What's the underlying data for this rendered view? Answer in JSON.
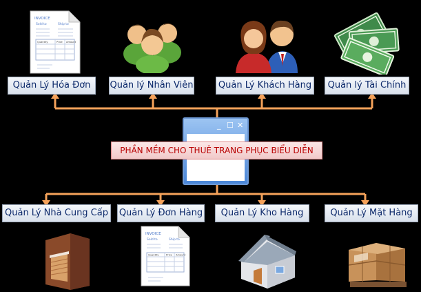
{
  "top_items": [
    {
      "label": "Quản Lý Hóa Đơn",
      "icon": "invoice-icon"
    },
    {
      "label": "Quản lý Nhân Viên",
      "icon": "employees-icon"
    },
    {
      "label": "Quản Lý Khách Hàng",
      "icon": "customers-icon"
    },
    {
      "label": "Quản lý Tài Chính",
      "icon": "money-icon"
    }
  ],
  "center": {
    "label": "PHẦN MỀM CHO THUÊ TRANG PHỤC BIỂU DIỄN",
    "icon": "app-window-icon"
  },
  "bottom_items": [
    {
      "label": "Quản Lý Nhà Cung Cấp",
      "icon": "supplier-building-icon"
    },
    {
      "label": "Quản Lý Đơn Hàng",
      "icon": "order-invoice-icon"
    },
    {
      "label": "Quản Lý Kho Hàng",
      "icon": "warehouse-house-icon"
    },
    {
      "label": "Quản Lý Mặt Hàng",
      "icon": "goods-boxes-icon"
    }
  ],
  "invoice_doc": {
    "title": "INVOICE",
    "sold_to": "Sold to",
    "ship_to": "Ship to",
    "quantity": "Quantity",
    "price": "Price",
    "amount": "Amount"
  },
  "colors": {
    "connector": "#f5a25a",
    "box_text": "#0d2a6b",
    "center_text": "#b80000"
  }
}
